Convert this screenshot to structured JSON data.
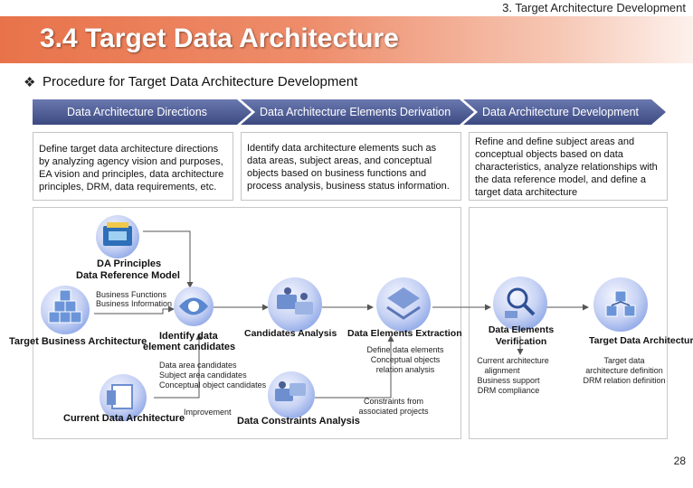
{
  "header": {
    "section": "3. Target Architecture Development"
  },
  "title": "3.4 Target Data Architecture",
  "bullet": {
    "icon": "diamond-bullet-icon",
    "text": "Procedure for Target Data Architecture Development"
  },
  "phases": [
    {
      "label": "Data Architecture Directions",
      "description": "Define target data architecture directions by analyzing agency vision and purposes, EA vision and principles, data architecture principles, DRM, data requirements, etc."
    },
    {
      "label": "Data Architecture Elements Derivation",
      "description": "Identify data architecture elements such as data areas, subject areas, and conceptual objects based on business functions and process analysis, business status information."
    },
    {
      "label": "Data Architecture Development",
      "description": "Refine and define subject areas and conceptual objects based on data characteristics, analyze relationships with the data reference model, and define a target data architecture"
    }
  ],
  "diagram": {
    "nodes": {
      "da_principles": "DA Principles",
      "data_reference_model": "Data Reference Model",
      "business_functions": "Business Functions",
      "business_information": "Business Information",
      "target_business_architecture": "Target Business Architecture",
      "identify_data": "Identify data",
      "element_candidates": "element candidates",
      "candidates_analysis": "Candidates Analysis",
      "data_elements_extraction": "Data Elements Extraction",
      "define_data_elements": "Define data elements",
      "conceptual_objects": "Conceptual objects",
      "relation_analysis": "relation analysis",
      "data_area_candidates": "Data area candidates",
      "subject_area_candidates": "Subject area candidates",
      "conceptual_object_candidates": "Conceptual object candidates",
      "current_data_architecture": "Current Data Architecture",
      "improvement": "Improvement",
      "data_constraints_analysis": "Data Constraints Analysis",
      "constraints_from": "Constraints from",
      "associated_projects": "associated projects",
      "data_elements": "Data Elements",
      "verification": "Verification",
      "current_architecture": "Current architecture",
      "alignment": "alignment",
      "business_support": "Business support",
      "drm_compliance": "DRM compliance",
      "target_data_architecture": "Target Data Architecture",
      "target_data": "Target data",
      "architecture_definition": "architecture definition",
      "drm_relation_definition": "DRM relation definition"
    }
  },
  "page_number": "28",
  "colors": {
    "banner": "#e8734a",
    "phase_fill": "#4c5a93",
    "node_blue": "#8fa8e8"
  }
}
